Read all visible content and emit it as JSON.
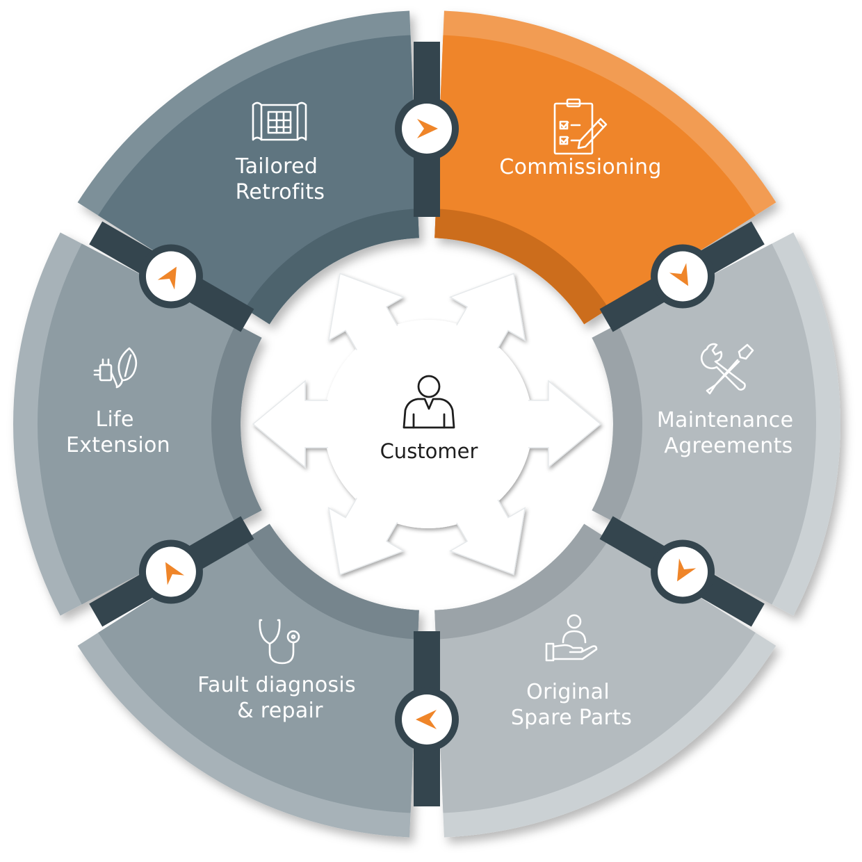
{
  "diagram": {
    "center": {
      "label": "Customer",
      "icon": "person-icon"
    },
    "segments": [
      {
        "id": "commissioning",
        "lines": [
          "Commissioning"
        ],
        "icon": "clipboard-checklist-icon",
        "color": "#ef8529",
        "outer_color": "#f29c52",
        "inner_color": "#cc6d1f"
      },
      {
        "id": "maintenance",
        "lines": [
          "Maintenance",
          "Agreements"
        ],
        "icon": "wrench-screwdriver-icon",
        "color": "#b4bbbf",
        "outer_color": "#cbd1d4",
        "inner_color": "#9ba3a8"
      },
      {
        "id": "spare-parts",
        "lines": [
          "Original",
          "Spare Parts"
        ],
        "icon": "hand-person-icon",
        "color": "#b4bbbf",
        "outer_color": "#cbd1d4",
        "inner_color": "#9ba3a8"
      },
      {
        "id": "fault-diagnosis",
        "lines": [
          "Fault diagnosis",
          "& repair"
        ],
        "icon": "stethoscope-icon",
        "color": "#8e9ca3",
        "outer_color": "#a7b2b8",
        "inner_color": "#76858d"
      },
      {
        "id": "life-extension",
        "lines": [
          "Life",
          "Extension"
        ],
        "icon": "leaf-plug-icon",
        "color": "#8e9ca3",
        "outer_color": "#a7b2b8",
        "inner_color": "#76858d"
      },
      {
        "id": "tailored-retrofits",
        "lines": [
          "Tailored",
          "Retrofits"
        ],
        "icon": "blueprint-icon",
        "color": "#5e7480",
        "outer_color": "#7d9099",
        "inner_color": "#4e636d"
      }
    ],
    "connector_color": "#34454e",
    "arrow_color": "#ef8529"
  }
}
